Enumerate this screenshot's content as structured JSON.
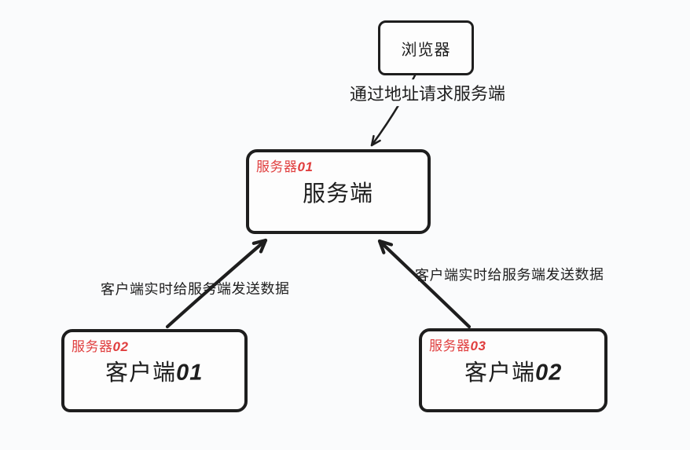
{
  "colors": {
    "background": "#fafbfc",
    "stroke": "#1e1e1e",
    "accent_red": "#e03e3e",
    "node_fill": "#fdfdfd"
  },
  "nodes": {
    "browser": {
      "label": "浏览器"
    },
    "server": {
      "tag": "服务器",
      "tag_num": "01",
      "label": "服务端"
    },
    "client1": {
      "tag": "服务器",
      "tag_num": "02",
      "label": "客户端",
      "label_num": "01"
    },
    "client2": {
      "tag": "服务器",
      "tag_num": "03",
      "label": "客户端",
      "label_num": "02"
    }
  },
  "edges": {
    "browser_to_server": {
      "label": "通过地址请求服务端"
    },
    "client1_to_server": {
      "label": "客户端实时给服务端发送数据"
    },
    "client2_to_server": {
      "label": "客户端实时给服务端发送数据"
    }
  }
}
